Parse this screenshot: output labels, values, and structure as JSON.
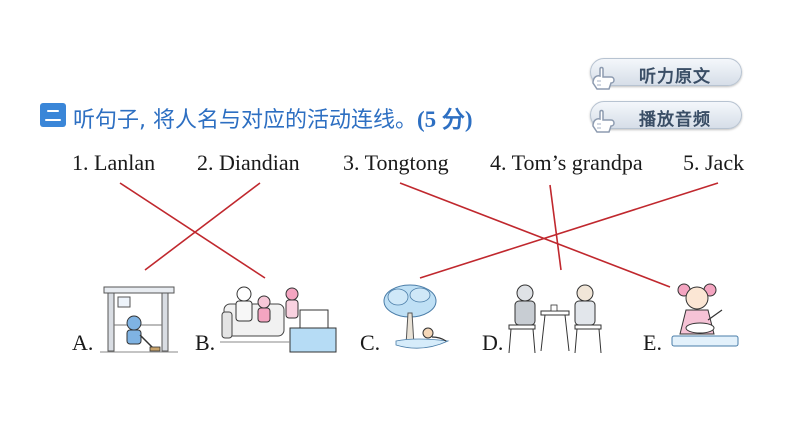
{
  "buttons": {
    "original_text": "听力原文",
    "play_audio": "播放音频"
  },
  "section": {
    "title": "听句子, 将人名与对应的活动连线。",
    "points": "(5 分)"
  },
  "names": [
    {
      "label": "1. Lanlan"
    },
    {
      "label": "2. Diandian"
    },
    {
      "label": "3. Tongtong"
    },
    {
      "label": "4. Tom’s grandpa"
    },
    {
      "label": "5. Jack"
    }
  ],
  "pictures": [
    {
      "letter": "A.",
      "icon": "girl-cleaning-room-icon"
    },
    {
      "letter": "B.",
      "icon": "family-watching-tv-icon"
    },
    {
      "letter": "C.",
      "icon": "boy-swimming-under-tree-icon"
    },
    {
      "letter": "D.",
      "icon": "men-sitting-at-table-icon"
    },
    {
      "letter": "E.",
      "icon": "girl-cooking-icon"
    }
  ],
  "matches": [
    {
      "name": 1,
      "picture": "B"
    },
    {
      "name": 2,
      "picture": "A"
    },
    {
      "name": 3,
      "picture": "E"
    },
    {
      "name": 4,
      "picture": "D"
    },
    {
      "name": 5,
      "picture": "C"
    }
  ],
  "colors": {
    "title": "#2d6fc2",
    "badge": "#3a86d8",
    "lines": "#c0282e",
    "button_text": "#3a4e66"
  }
}
